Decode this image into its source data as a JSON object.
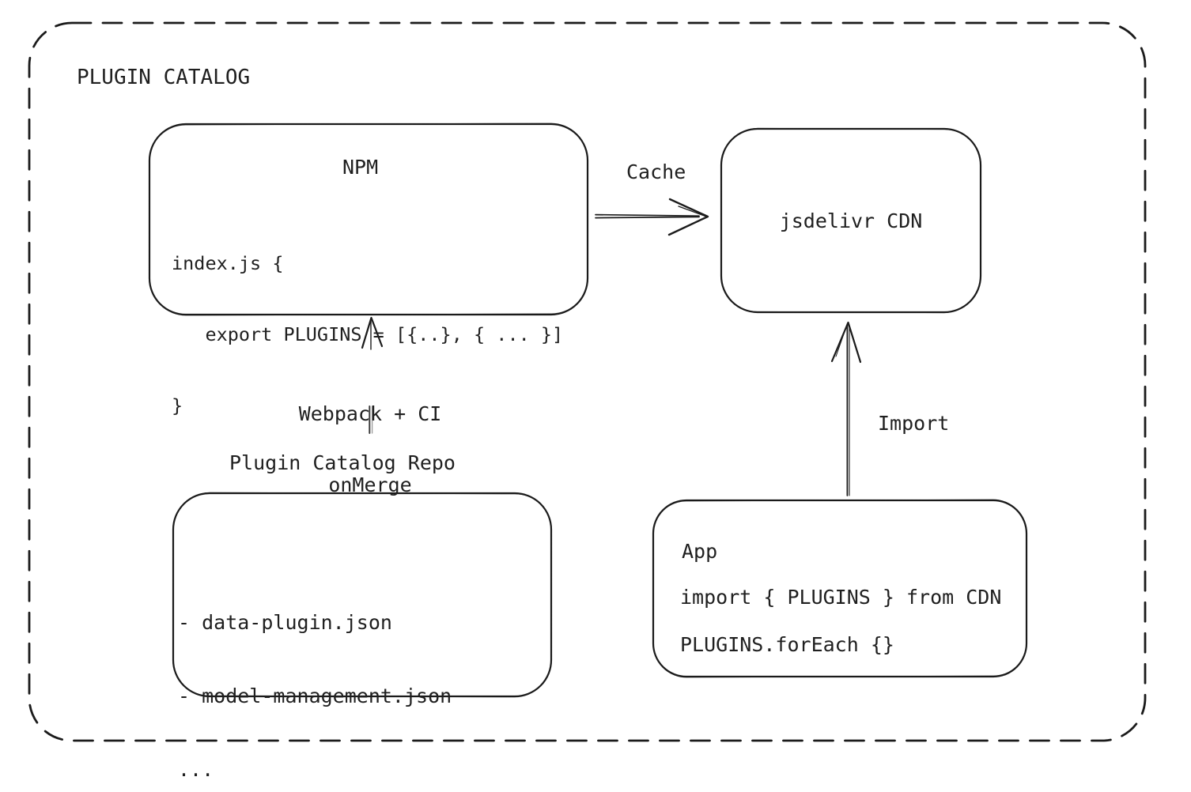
{
  "diagram": {
    "title": "PLUGIN CATALOG",
    "colors": {
      "stroke": "#1b1b1b",
      "text": "#1f1f1f",
      "background": "#ffffff",
      "arrow_segment_gray": "#6f6f6f"
    },
    "nodes": {
      "npm": {
        "title": "NPM",
        "code_lines": [
          "index.js {",
          "   export PLUGINS = [{..}, { ... }]",
          "}"
        ]
      },
      "cdn": {
        "label": "jsdelivr CDN"
      },
      "repo": {
        "label": "Plugin Catalog Repo",
        "files": [
          "- data-plugin.json",
          "- model-management.json",
          "..."
        ]
      },
      "app": {
        "title": "App",
        "code_lines": [
          "import { PLUGINS } from CDN",
          "PLUGINS.forEach {}"
        ]
      }
    },
    "edges": {
      "cache": {
        "label": "Cache"
      },
      "build": {
        "label_lines": [
          "Webpack + CI",
          "onMerge"
        ]
      },
      "import": {
        "label": "Import"
      }
    }
  }
}
